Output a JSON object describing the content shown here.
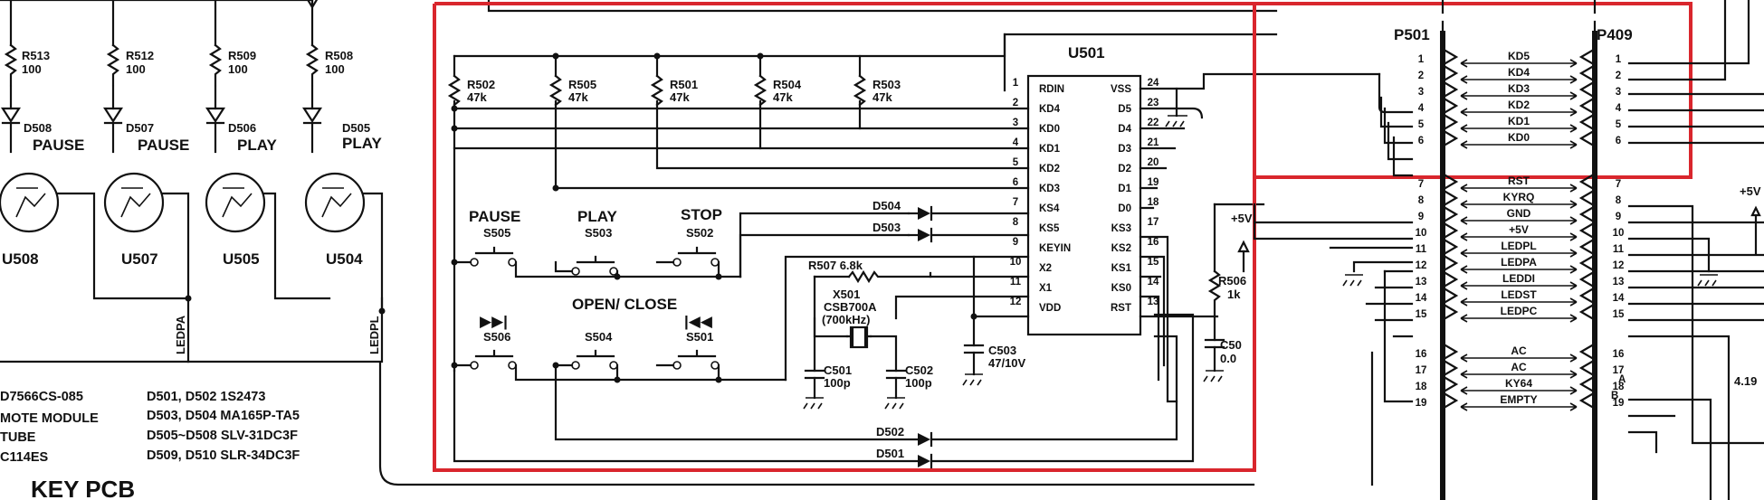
{
  "left_leds": [
    {
      "res": "R513",
      "val": "100",
      "diode": "D508",
      "func": "PAUSE",
      "tube": "U508"
    },
    {
      "res": "R512",
      "val": "100",
      "diode": "D507",
      "func": "PAUSE",
      "tube": "U507"
    },
    {
      "res": "R509",
      "val": "100",
      "diode": "D506",
      "func": "PLAY",
      "tube": "U505"
    },
    {
      "res": "R508",
      "val": "100",
      "diode": "D505",
      "func": "PLAY",
      "tube": "U504"
    }
  ],
  "net_labels": {
    "ledpa": "LEDPA",
    "ledpl": "LEDPL"
  },
  "notes_left": [
    "D7566CS-085",
    "MOTE MODULE",
    "TUBE",
    "C114ES"
  ],
  "notes_right": [
    "D501, D502 1S2473",
    "D503, D504 MA165P-TA5",
    "D505~D508 SLV-31DC3F",
    "D509, D510 SLR-34DC3F"
  ],
  "board_title": "KEY PCB",
  "pullups": [
    {
      "name": "R502",
      "val": "47k"
    },
    {
      "name": "R505",
      "val": "47k"
    },
    {
      "name": "R501",
      "val": "47k"
    },
    {
      "name": "R504",
      "val": "47k"
    },
    {
      "name": "R503",
      "val": "47k"
    }
  ],
  "switches": [
    {
      "func": "PAUSE",
      "ref": "S505"
    },
    {
      "func": "PLAY",
      "ref": "S503"
    },
    {
      "func": "STOP",
      "ref": "S502"
    },
    {
      "func": "▶▶|",
      "ref": "S506"
    },
    {
      "func": "OPEN/ CLOSE",
      "ref": "S504"
    },
    {
      "func": "|◀◀",
      "ref": "S501"
    }
  ],
  "ic": {
    "name": "U501",
    "left_pins": [
      {
        "num": "1",
        "name": "RDIN"
      },
      {
        "num": "2",
        "name": "KD4"
      },
      {
        "num": "3",
        "name": "KD0"
      },
      {
        "num": "4",
        "name": "KD1"
      },
      {
        "num": "5",
        "name": "KD2"
      },
      {
        "num": "6",
        "name": "KD3"
      },
      {
        "num": "7",
        "name": "KS4"
      },
      {
        "num": "8",
        "name": "KS5"
      },
      {
        "num": "9",
        "name": "KEYIN"
      },
      {
        "num": "10",
        "name": "X2"
      },
      {
        "num": "11",
        "name": "X1"
      },
      {
        "num": "12",
        "name": "VDD"
      }
    ],
    "right_pins": [
      {
        "num": "24",
        "name": "VSS"
      },
      {
        "num": "23",
        "name": "D5"
      },
      {
        "num": "22",
        "name": "D4"
      },
      {
        "num": "21",
        "name": "D3"
      },
      {
        "num": "20",
        "name": "D2"
      },
      {
        "num": "19",
        "name": "D1"
      },
      {
        "num": "18",
        "name": "D0"
      },
      {
        "num": "17",
        "name": "KS3"
      },
      {
        "num": "16",
        "name": "KS2"
      },
      {
        "num": "15",
        "name": "KS1"
      },
      {
        "num": "14",
        "name": "KS0"
      },
      {
        "num": "13",
        "name": "RST"
      }
    ]
  },
  "parts": {
    "d504": "D504",
    "d503": "D503",
    "d502": "D502",
    "d501": "D501",
    "r507": "R507  6.8k",
    "x501": [
      "X501",
      "CSB700A",
      "(700kHz)"
    ],
    "c501": [
      "C501",
      "100p"
    ],
    "c502": [
      "C502",
      "100p"
    ],
    "c503": [
      "C503",
      "47/10V"
    ],
    "r506": [
      "R506",
      "1k"
    ],
    "c504": [
      "C50",
      "0.0"
    ],
    "p5v": "+5V",
    "p5v_right": "+5V",
    "cut_value": "4.19"
  },
  "connector": {
    "left_name": "P501",
    "right_name": "P409",
    "pins": [
      "1",
      "2",
      "3",
      "4",
      "5",
      "6",
      "7",
      "8",
      "9",
      "10",
      "11",
      "12",
      "13",
      "14",
      "15",
      "16",
      "17",
      "18",
      "19"
    ],
    "signals": [
      "KD5",
      "KD4",
      "KD3",
      "KD2",
      "KD1",
      "KD0",
      "RST",
      "KYRQ",
      "GND",
      "+5V",
      "LEDPL",
      "LEDPA",
      "LEDDI",
      "LEDST",
      "LEDPC",
      "AC",
      "AC",
      "KY64",
      "EMPTY"
    ],
    "pin_marks": {
      "a": "A",
      "b": "B"
    }
  },
  "highlight_color": "#d9262d"
}
